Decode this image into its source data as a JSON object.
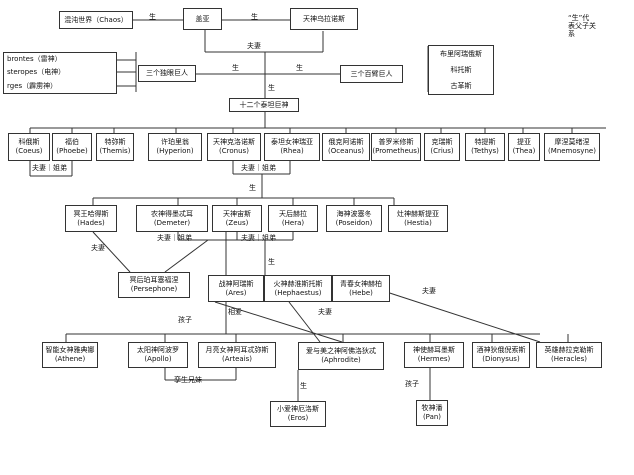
{
  "legend": {
    "line1": "“生”代",
    "line2": "表父子关",
    "line3": "系"
  },
  "chaos": {
    "name": "混沌世界（Chaos）"
  },
  "gaia": {
    "name": "盖亚"
  },
  "uranus": {
    "name": "天神乌拉诺斯"
  },
  "labels": {
    "born": "生",
    "couple": "夫妻",
    "couple_siblings": "夫妻｜姐弟",
    "child": "孩子",
    "lover": "相爱",
    "twins": "孪生兄妹"
  },
  "cyclopes": {
    "title": "三个独眼巨人",
    "members": [
      "brontes（雷神）",
      "steropes（电神）",
      "rges（霹雳神）"
    ]
  },
  "hundred_handers": {
    "title": "三个百臂巨人",
    "members": [
      "布里阿瑞俄斯",
      "科托斯",
      "古革斯"
    ]
  },
  "titans_group": {
    "name": "十二个泰坦巨神"
  },
  "titans": [
    {
      "zh": "科俄斯",
      "en": "(Coeus)"
    },
    {
      "zh": "福伯",
      "en": "(Phoebe)"
    },
    {
      "zh": "特弥斯",
      "en": "(Themis)"
    },
    {
      "zh": "许珀里翁",
      "en": "(Hyperion)"
    },
    {
      "zh": "天神克洛诺斯",
      "en": "(Cronus)"
    },
    {
      "zh": "泰坦女神瑞亚",
      "en": "(Rhea)"
    },
    {
      "zh": "俄克阿诺斯",
      "en": "(Oceanus)"
    },
    {
      "zh": "普罗米修斯",
      "en": "(Prometheus)"
    },
    {
      "zh": "克瑞斯",
      "en": "(Crius)"
    },
    {
      "zh": "特提斯",
      "en": "(Tethys)"
    },
    {
      "zh": "提亚",
      "en": "(Thea)"
    },
    {
      "zh": "摩涅莫绪涅",
      "en": "(Mnemosyne)"
    }
  ],
  "olympians": [
    {
      "zh": "冥王哈得斯",
      "en": "(Hades)"
    },
    {
      "zh": "农神得墨忒耳",
      "en": "(Demeter)"
    },
    {
      "zh": "天神宙斯",
      "en": "(Zeus)"
    },
    {
      "zh": "天后赫拉",
      "en": "(Hera)"
    },
    {
      "zh": "海神波塞冬",
      "en": "(Poseidon)"
    },
    {
      "zh": "灶神赫斯提亚",
      "en": "(Hestia)"
    }
  ],
  "persephone": {
    "zh": "冥后珀耳塞福涅",
    "en": "(Persephone)"
  },
  "zeus_hera_children": [
    {
      "zh": "战神阿瑞斯",
      "en": "(Ares)"
    },
    {
      "zh": "火神赫淮斯托斯",
      "en": "(Hephaestus)"
    },
    {
      "zh": "青春女神赫柏",
      "en": "(Hebe)"
    }
  ],
  "zeus_children": [
    {
      "zh": "智能女神雅典娜",
      "en": "(Athene)"
    },
    {
      "zh": "太阳神阿波罗",
      "en": "(Apollo)"
    },
    {
      "zh": "月亮女神阿耳忒弥斯",
      "en": "(Arteais)"
    },
    {
      "zh": "爱与美之神阿佛洛狄忒",
      "en": "(Aphrodite)"
    },
    {
      "zh": "神使赫耳墨斯",
      "en": "(Hermes)"
    },
    {
      "zh": "酒神狄俄倪索斯",
      "en": "(Dionysus)"
    },
    {
      "zh": "英雄赫拉克勒斯",
      "en": "(Heracles)"
    }
  ],
  "eros": {
    "zh": "小爱神厄洛斯",
    "en": "(Eros)"
  },
  "pan": {
    "zh": "牧神潘",
    "en": "(Pan)"
  }
}
